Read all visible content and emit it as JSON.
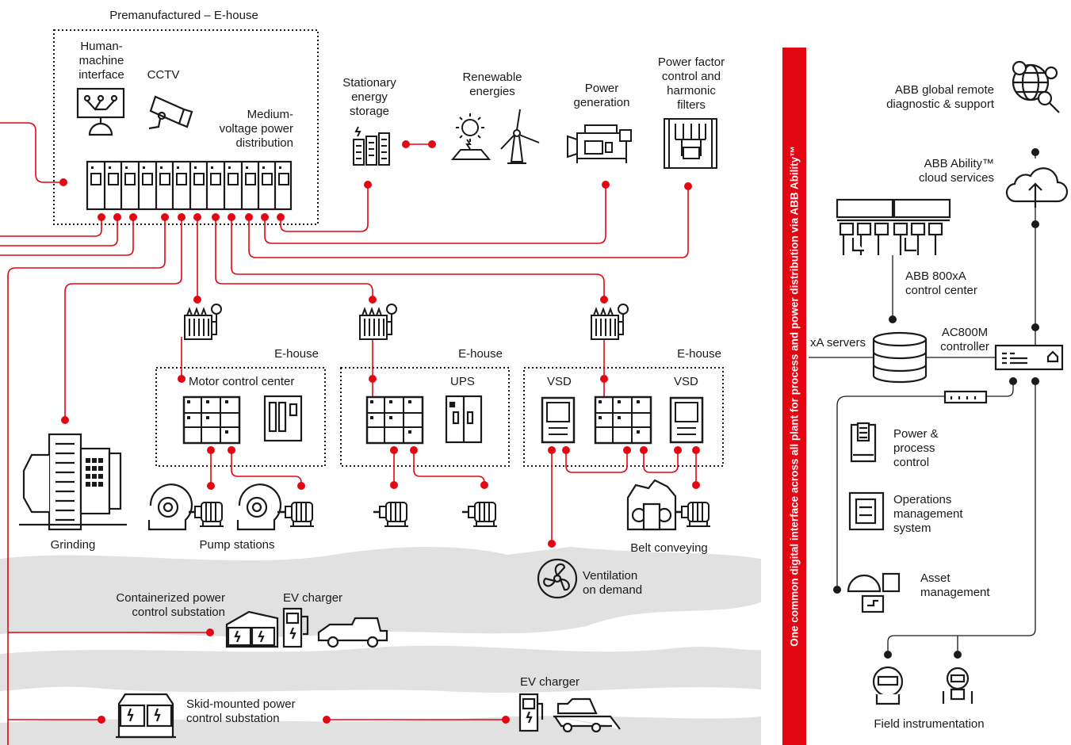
{
  "colors": {
    "accent": "#e30613",
    "ink": "#1a1a1a",
    "rock": "#e1e1e1"
  },
  "labels": {
    "title": "Premanufactured – E-house",
    "hmi": "Human-\nmachine\ninterface",
    "cctv": "CCTV",
    "mv": "Medium-\nvoltage power\ndistribution",
    "storage": "Stationary\nenergy\nstorage",
    "renew": "Renewable\nenergies",
    "powergen": "Power\ngeneration",
    "pf": "Power factor\ncontrol and\nharmonic\nfilters",
    "eh1": "E-house",
    "eh2": "E-house",
    "eh3": "E-house",
    "mcc": "Motor control center",
    "ups": "UPS",
    "vsd1": "VSD",
    "vsd2": "VSD",
    "grinding": "Grinding",
    "pump": "Pump stations",
    "belt": "Belt conveying",
    "vent": "Ventilation\non demand",
    "container": "Containerized power\ncontrol substation",
    "ev1": "EV charger",
    "ev2": "EV charger",
    "skid": "Skid-mounted power\ncontrol substation",
    "banner": "One common digital interface across all plant for process and power distribution via ABB Ability™",
    "remote": "ABB global remote\ndiagnostic & support",
    "cloud": "ABB Ability™\ncloud services",
    "cc": "ABB 800xA\ncontrol center",
    "xa": "xA servers",
    "ac": "AC800M\ncontroller",
    "ppc": "Power &\nprocess\ncontrol",
    "oms": "Operations\nmanagement\nsystem",
    "asset": "Asset\nmanagement",
    "field": "Field instrumentation"
  },
  "icons": [
    "hmi-icon",
    "cctv-icon",
    "switchgear-icon",
    "battery-icon",
    "solar-icon",
    "wind-turbine-icon",
    "generator-icon",
    "filter-cabinet-icon",
    "transformer-icon",
    "mcc-panel-icon",
    "ups-cabinet-icon",
    "vsd-drive-icon",
    "motor-icon",
    "pump-icon",
    "grinding-mill-icon",
    "conveyor-icon",
    "fan-icon",
    "substation-icon",
    "ev-charger-icon",
    "car-icon",
    "boat-trailer-icon",
    "globe-gear-icon",
    "cloud-upload-icon",
    "control-desk-icon",
    "database-icon",
    "controller-icon",
    "plc-icon",
    "oms-icon",
    "asset-icon",
    "flowmeter-icon"
  ]
}
